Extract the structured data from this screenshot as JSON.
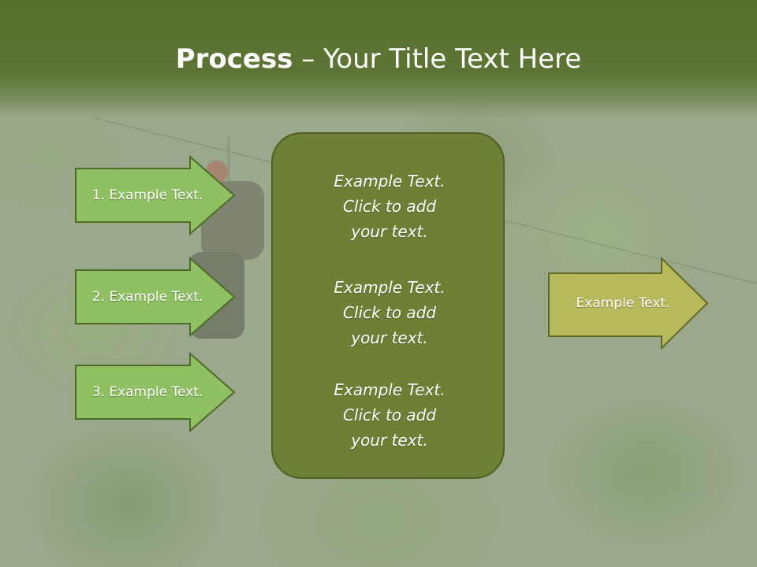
{
  "title": {
    "bold": "Process",
    "rest": " – Your Title Text Here"
  },
  "left_items": [
    {
      "label": "1. Example Text."
    },
    {
      "label": "2. Example Text."
    },
    {
      "label": "3. Example Text."
    }
  ],
  "center_box": {
    "paragraphs": [
      "Example Text.\nClick  to add\nyour text.",
      "Example Text.\nClick  to add\nyour text.",
      "Example Text.\nClick  to add\nyour text."
    ]
  },
  "right_item": {
    "label": "Example Text."
  },
  "colors": {
    "header": "#5d7534",
    "left_arrow_fill": "#8fc062",
    "left_arrow_border": "#4f6a2a",
    "center_box_fill": "#6e8035",
    "right_arrow_fill": "#b7ba5a",
    "right_arrow_border": "#5f6a24"
  }
}
